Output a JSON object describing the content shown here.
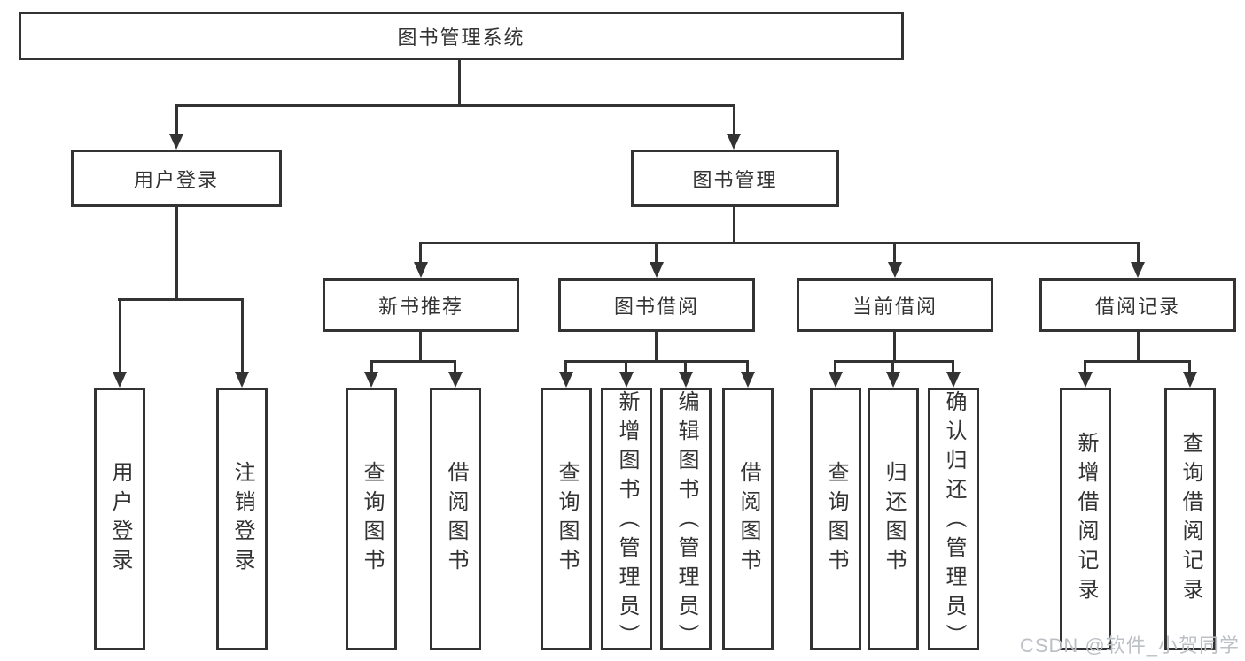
{
  "diagram": {
    "root": "图书管理系统",
    "branches": [
      {
        "label": "用户登录",
        "children": [
          "用户登录",
          "注销登录"
        ]
      },
      {
        "label": "图书管理",
        "sections": [
          {
            "label": "新书推荐",
            "children": [
              "查询图书",
              "借阅图书"
            ]
          },
          {
            "label": "图书借阅",
            "children": [
              "查询图书",
              "新增图书（管理员）",
              "编辑图书（管理员）",
              "借阅图书"
            ]
          },
          {
            "label": "当前借阅",
            "children": [
              "查询图书",
              "归还图书",
              "确认归还（管理员）"
            ]
          },
          {
            "label": "借阅记录",
            "children": [
              "新增借阅记录",
              "查询借阅记录"
            ]
          }
        ]
      }
    ]
  },
  "watermark": "CSDN @软件_小贺同学",
  "colors": {
    "line": "#333333",
    "text": "#333333",
    "background": "#ffffff",
    "watermark": "#bcc0c5"
  }
}
